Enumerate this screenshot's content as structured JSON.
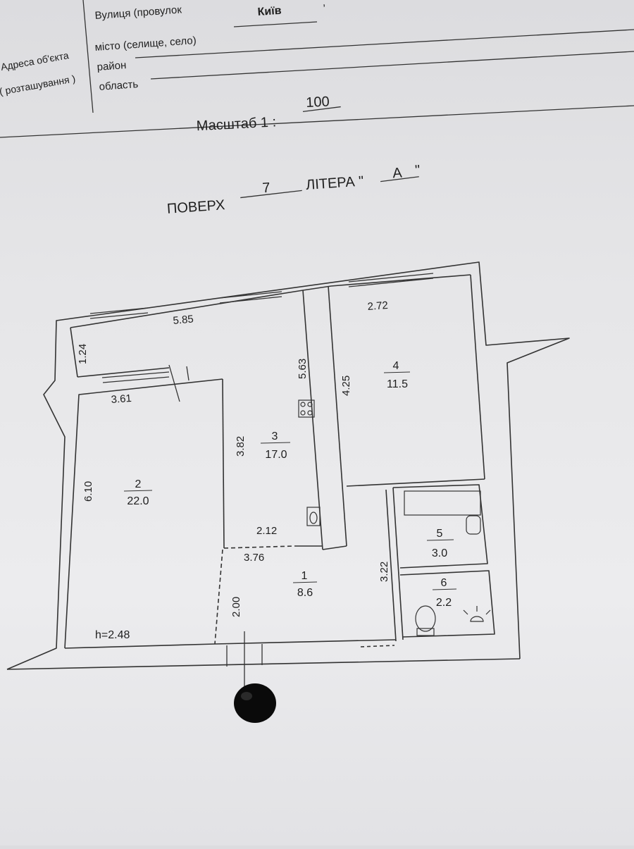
{
  "header": {
    "address_label_line1": "Адреса об'єкта",
    "address_label_line2": "( розташування )",
    "street_label": "Вулиця (провулок",
    "city_label": "місто (селище, село)",
    "city_value": "Київ",
    "district_label": "район",
    "region_label": "область"
  },
  "scale": {
    "label": "Масштаб  1 :",
    "value": "100"
  },
  "floor": {
    "label": "ПОВЕРХ",
    "value": "7",
    "letter_label": "ЛІТЕРА \"",
    "letter_value": "А",
    "letter_close": "\""
  },
  "plan": {
    "dimensions": {
      "d_5_85": "5.85",
      "d_1_24": "1.24",
      "d_3_61": "3.61",
      "d_6_10": "6.10",
      "d_3_82": "3.82",
      "d_5_63": "5.63",
      "d_2_12": "2.12",
      "d_3_76": "3.76",
      "d_2_00": "2.00",
      "d_2_72": "2.72",
      "d_4_25": "4.25",
      "d_3_22": "3.22"
    },
    "rooms": [
      {
        "number": "1",
        "area": "8.6"
      },
      {
        "number": "2",
        "area": "22.0"
      },
      {
        "number": "3",
        "area": "17.0"
      },
      {
        "number": "4",
        "area": "11.5"
      },
      {
        "number": "5",
        "area": "3.0"
      },
      {
        "number": "6",
        "area": "2.2"
      }
    ],
    "ceiling_height": "h=2.48"
  },
  "colors": {
    "paper": "#e6e6e8",
    "ink": "#222222",
    "redaction": "#0a0a0a"
  }
}
